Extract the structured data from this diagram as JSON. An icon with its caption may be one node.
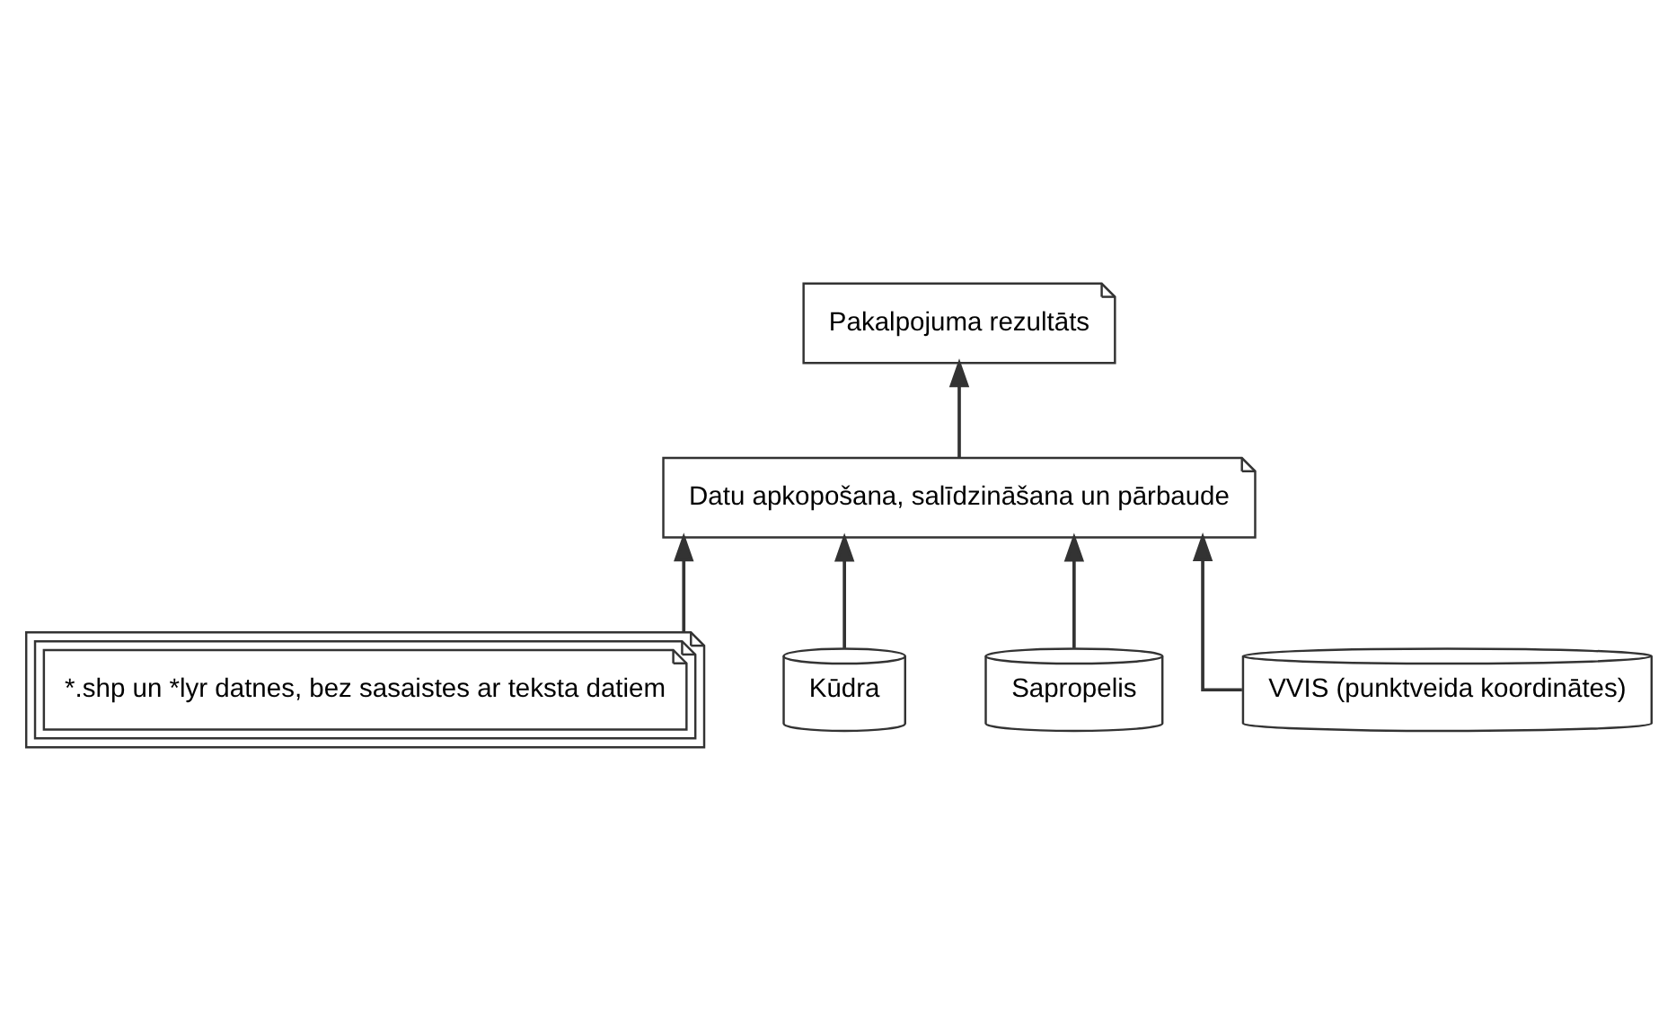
{
  "diagram": {
    "nodes": [
      {
        "text": [
          "Pakalpojuma rezultāts"
        ]
      },
      {
        "text": [
          "Datu apkopošana, salīdzināšana un pārbaude"
        ]
      },
      {
        "text": [
          "*.shp un *lyr datnes, bez sasaistes ar teksta datiem"
        ]
      },
      {
        "text": [
          "Kūdra"
        ]
      },
      {
        "text": [
          "Sapropelis"
        ]
      },
      {
        "text": [
          "VVIS (punktveida koordinātes)"
        ]
      }
    ],
    "edges": [
      {
        "from": 1,
        "to": 0,
        "arrow": "to"
      },
      {
        "from": 2,
        "to": 1,
        "arrow": "to"
      },
      {
        "from": 3,
        "to": 1,
        "arrow": "to"
      },
      {
        "from": 4,
        "to": 1,
        "arrow": "to"
      },
      {
        "from": 5,
        "to": 1,
        "arrow": "to"
      }
    ]
  }
}
